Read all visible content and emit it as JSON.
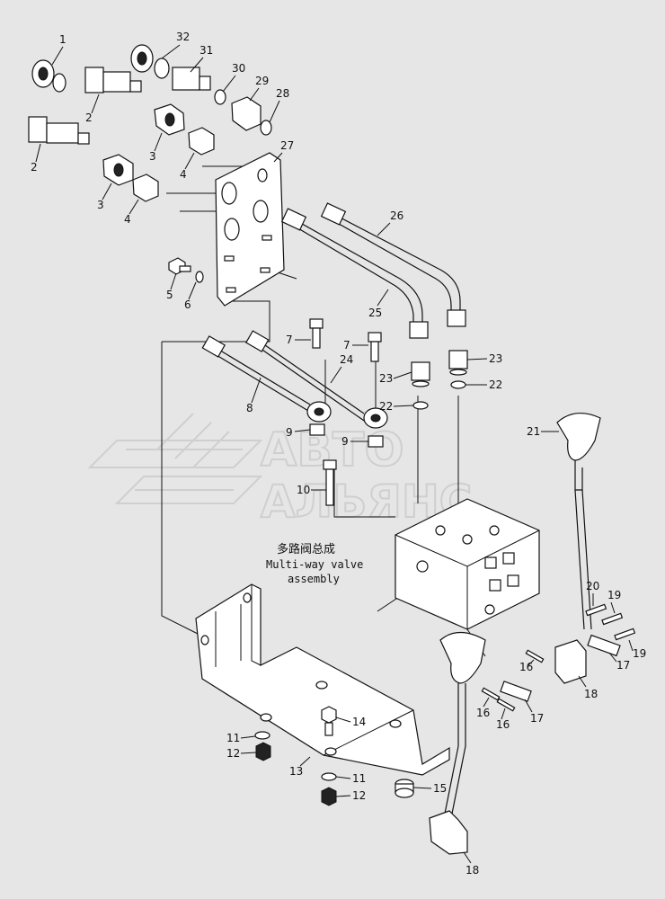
{
  "watermark": {
    "line1": "АВТО",
    "line2": "АЛЬЯНС"
  },
  "caption": {
    "chinese": "多路阀总成",
    "english_line1": "Multi-way valve",
    "english_line2": "assembly"
  },
  "callouts": [
    "1",
    "32",
    "31",
    "30",
    "29",
    "28",
    "2",
    "2",
    "3",
    "3",
    "4",
    "4",
    "27",
    "26",
    "25",
    "5",
    "6",
    "7",
    "7",
    "24",
    "23",
    "23",
    "22",
    "22",
    "8",
    "9",
    "9",
    "10",
    "21",
    "20",
    "19",
    "19",
    "17",
    "17",
    "16",
    "16",
    "16",
    "18",
    "14",
    "11",
    "12",
    "13",
    "11",
    "12",
    "15",
    "18"
  ]
}
